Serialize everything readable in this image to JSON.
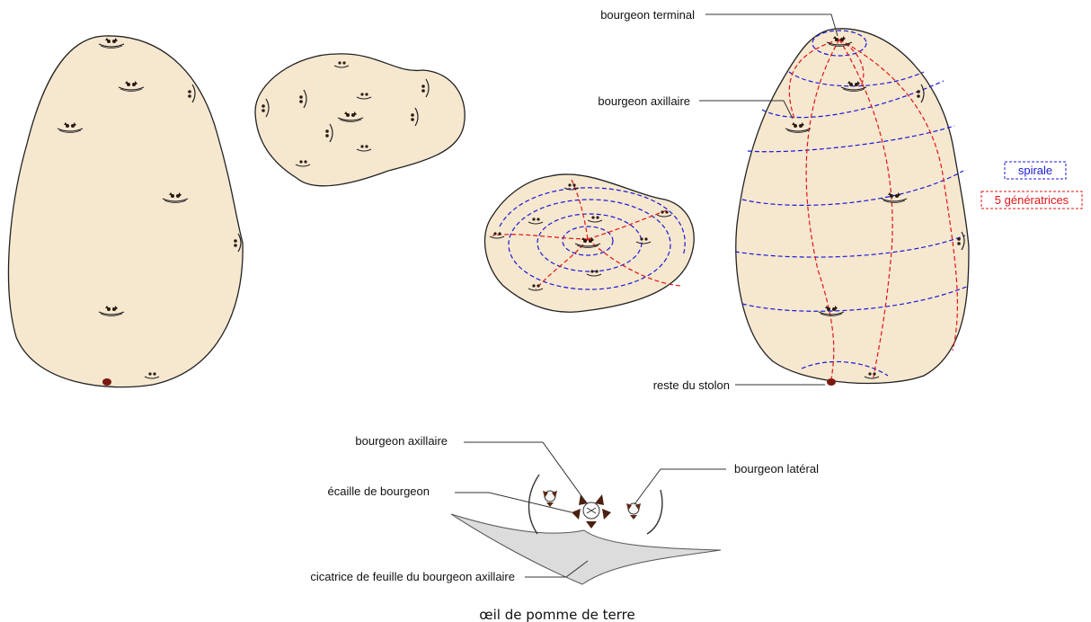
{
  "labels": {
    "terminal_bud": "bourgeon terminal",
    "axillary_bud_top": "bourgeon axillaire",
    "stolon_rest": "reste du stolon",
    "axillary_bud_eye": "bourgeon axillaire",
    "bud_scale": "écaille de bourgeon",
    "lateral_bud": "bourgeon latéral",
    "leaf_scar": "cicatrice de feuille du bourgeon axillaire"
  },
  "legend": {
    "spiral": "spirale",
    "generatrices": "5 génératrices"
  },
  "caption": "œil de pomme de terre",
  "colors": {
    "tuber_fill": "#f6e7cf",
    "outline": "#222222",
    "spiral": "#1a1ad6",
    "generatrix": "#e01515",
    "stolon": "#7a1a10",
    "bud": "#4a2a1a",
    "scar": "#d9d9d9"
  }
}
